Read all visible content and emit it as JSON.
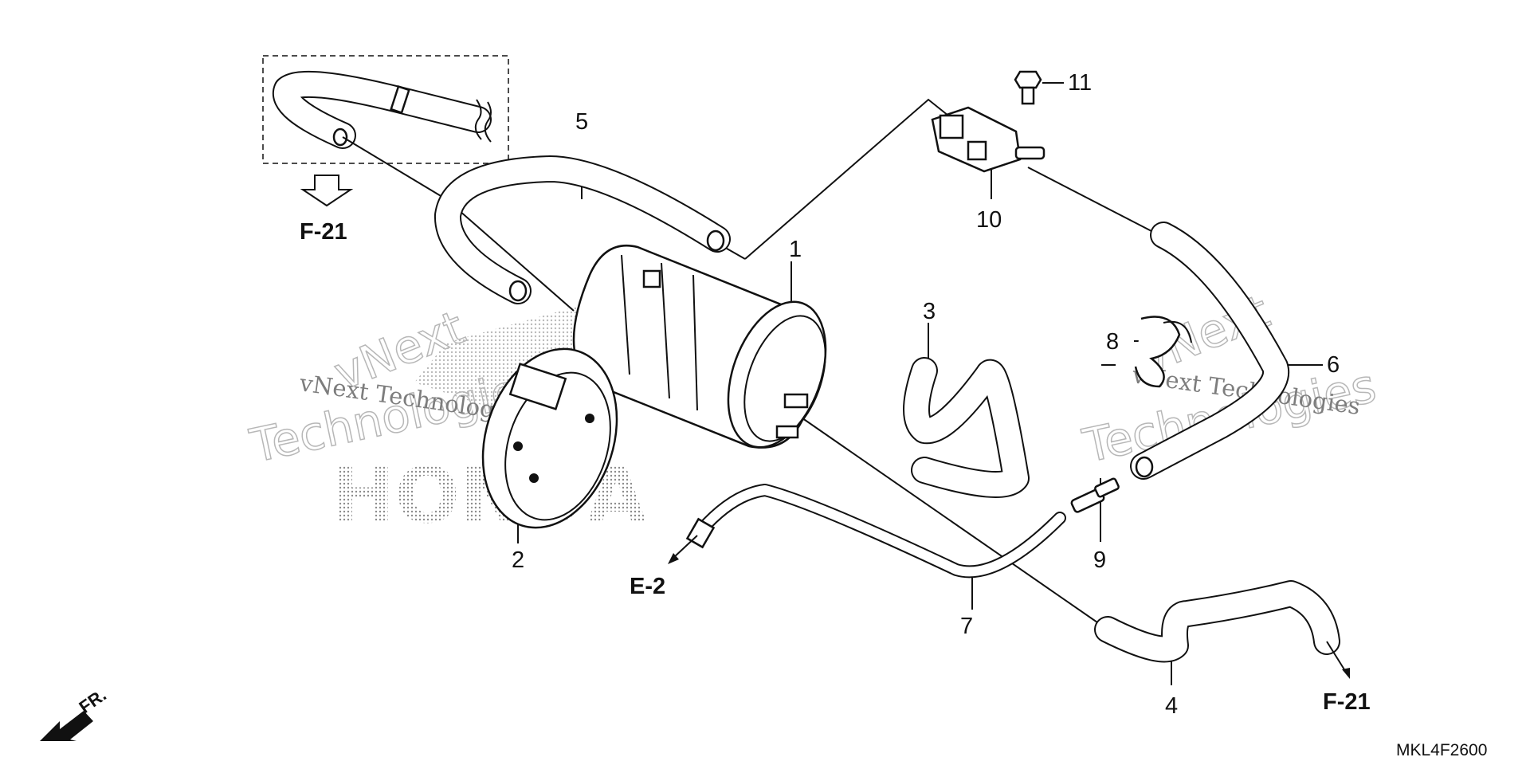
{
  "refs": {
    "f21_top": "F-21",
    "e2": "E-2",
    "f21_bottom": "F-21",
    "front": "FR."
  },
  "callouts": {
    "p1": "1",
    "p2": "2",
    "p3": "3",
    "p4": "4",
    "p5": "5",
    "p6": "6",
    "p7": "7",
    "p8": "8",
    "p9": "9",
    "p10": "10",
    "p11": "11"
  },
  "diagram_code": "MKL4F2600",
  "watermark": {
    "brand_small": "vNext Technologies",
    "brand_big_a": "vNext",
    "brand_big_b": "Technologies",
    "logo": "HONDA"
  }
}
